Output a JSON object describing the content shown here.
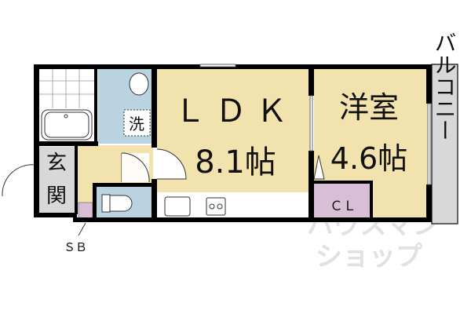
{
  "rooms": {
    "ldk": {
      "name": "ＬＤＫ",
      "size": "8.1帖"
    },
    "western": {
      "name": "洋室",
      "size": "4.6帖"
    },
    "closet": {
      "name": "ＣＬ"
    },
    "balcony": {
      "name": "バルコニー"
    },
    "entrance": {
      "name": "玄関"
    },
    "washer": {
      "name": "洗"
    },
    "shoe_box": {
      "name": "ＳＢ"
    }
  },
  "watermark": {
    "line1": "ハウスマン",
    "line2": "ショップ"
  },
  "colors": {
    "room_floor": "#f2e2ae",
    "wet_area": "#b9d3e0",
    "storage": "#d9bfd6",
    "entrance_balcony": "#d8d8d8",
    "wall": "#000000"
  }
}
